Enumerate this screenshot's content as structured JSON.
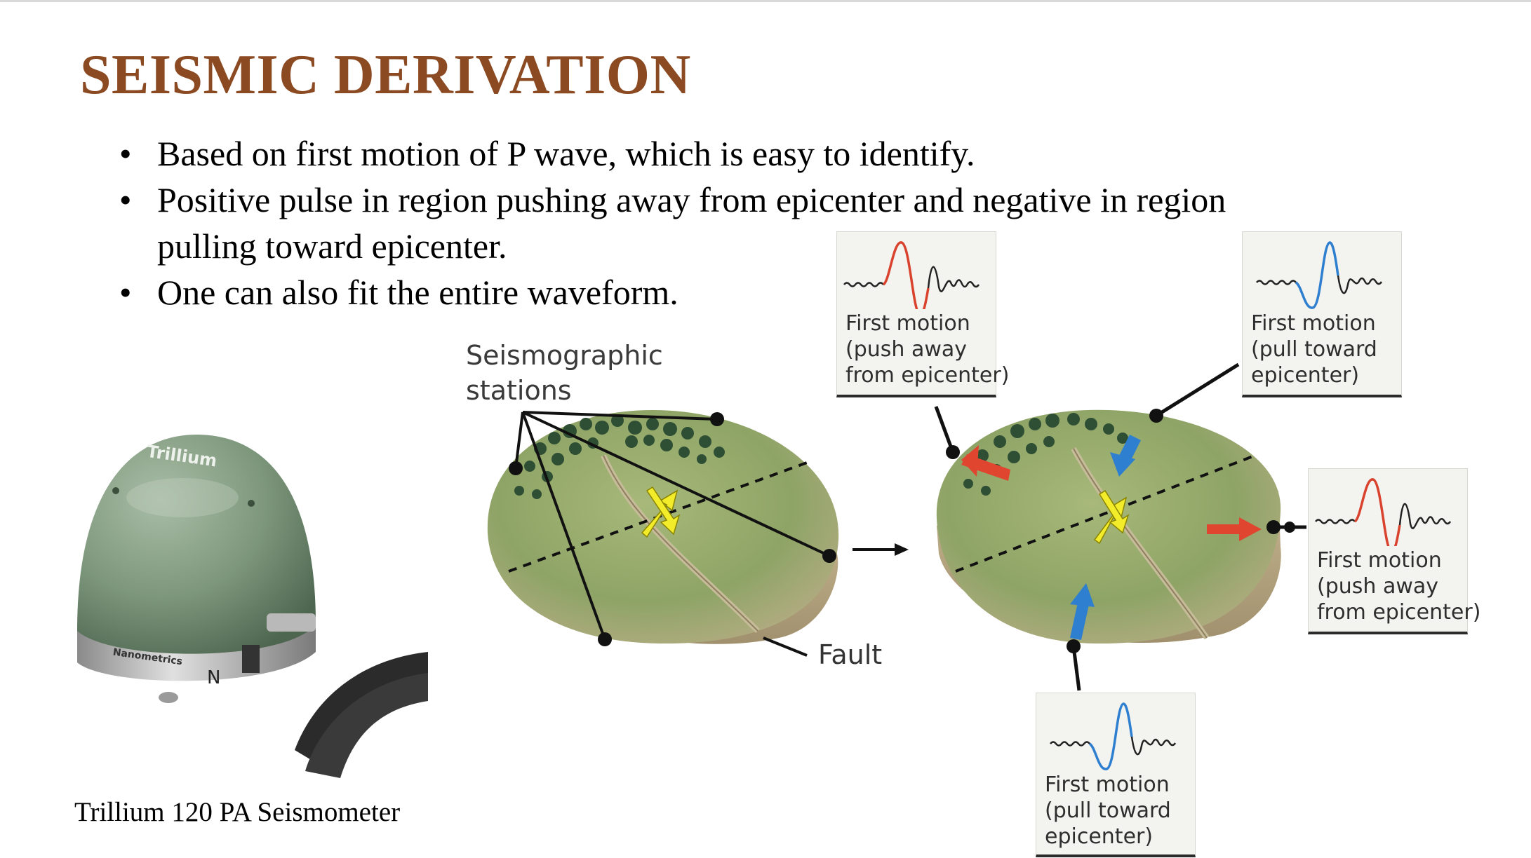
{
  "slide": {
    "title": "SEISMIC DERIVATION",
    "bullets": [
      "Based on first motion of P wave, which is easy to identify.",
      "Positive pulse in region pushing away from epicenter and negative in region pulling toward epicenter.",
      "One can also fit the entire waveform."
    ],
    "bullet_symbol": "•",
    "caption": "Trillium 120 PA Seismometer"
  },
  "figure": {
    "stations_label_line1": "Seismographic",
    "stations_label_line2": "stations",
    "fault_label": "Fault",
    "device_brand": "Trillium",
    "device_maker": "Nanometrics",
    "device_north": "N",
    "boxes": {
      "top_left": {
        "line1": "First motion",
        "line2": "(push away",
        "line3": "from epicenter)"
      },
      "top_right": {
        "line1": "First motion",
        "line2": "(pull toward",
        "line3": "epicenter)"
      },
      "right": {
        "line1": "First motion",
        "line2": "(push away",
        "line3": "from epicenter)"
      },
      "bottom": {
        "line1": "First motion",
        "line2": "(pull toward",
        "line3": "epicenter)"
      }
    },
    "colors": {
      "title": "#8b4a22",
      "push_arrow": "#e0452f",
      "pull_arrow": "#2f7fd0",
      "fault_arrow": "#f2ec2a",
      "terrain": "#8fa869"
    }
  }
}
